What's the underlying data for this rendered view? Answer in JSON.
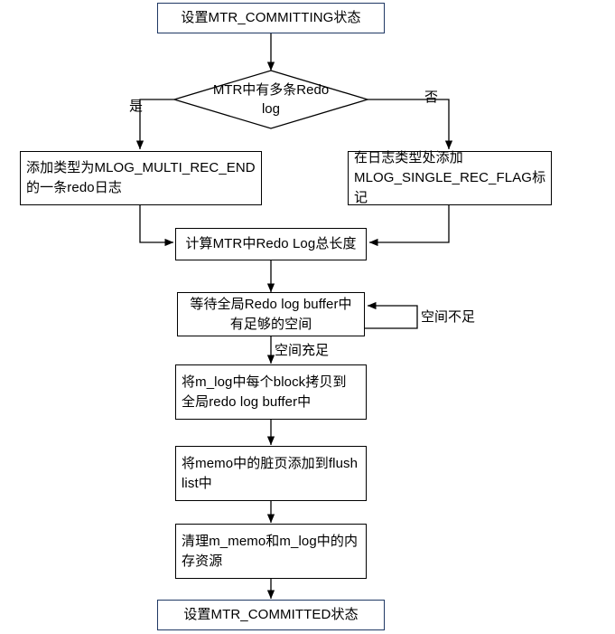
{
  "diagram": {
    "title": "MTR Commit Flowchart",
    "background_color": "#ffffff",
    "terminal_border_color": "#1f3864",
    "process_border_color": "#000000",
    "nodes": {
      "start": {
        "label": "设置MTR_COMMITTING状态",
        "type": "terminal"
      },
      "decision": {
        "label": "MTR中有多条Redo\nlog",
        "type": "decision"
      },
      "multi_rec": {
        "label": "添加类型为MLOG_MULTI_REC_END\n的一条redo日志",
        "type": "process"
      },
      "single_rec": {
        "label": "在日志类型处添加\nMLOG_SINGLE_REC_FLAG标记",
        "type": "process"
      },
      "calc_len": {
        "label": "计算MTR中Redo Log总长度",
        "type": "process"
      },
      "wait_space": {
        "label": "等待全局Redo log buffer中\n有足够的空间",
        "type": "process"
      },
      "copy_block": {
        "label": "将m_log中每个block拷贝到\n全局redo log buffer中",
        "type": "process"
      },
      "flush_list": {
        "label": "将memo中的脏页添加到flush\nlist中",
        "type": "process"
      },
      "cleanup": {
        "label": "清理m_memo和m_log中的内\n存资源",
        "type": "process"
      },
      "end": {
        "label": "设置MTR_COMMITTED状态",
        "type": "terminal"
      }
    },
    "edge_labels": {
      "yes": "是",
      "no": "否",
      "not_enough_space": "空间不足",
      "enough_space": "空间充足"
    }
  }
}
